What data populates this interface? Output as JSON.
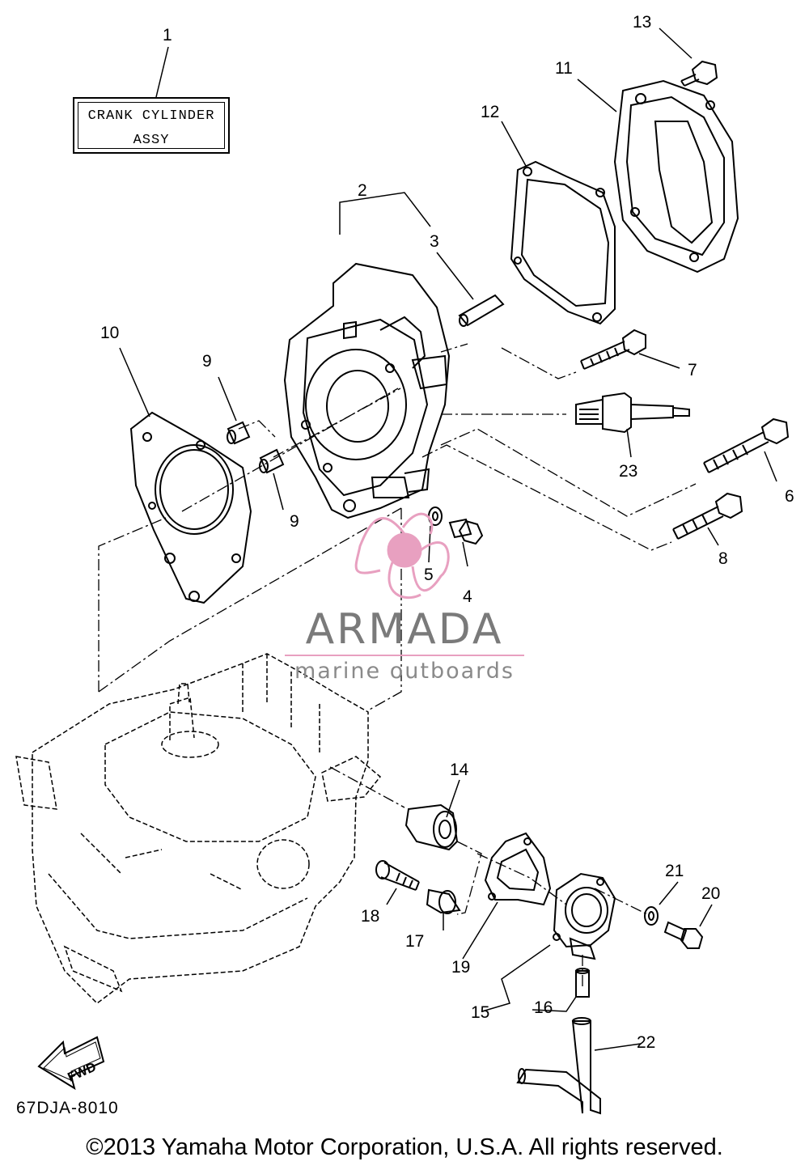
{
  "label": {
    "line1": "CRANK CYLINDER",
    "line2": "ASSY"
  },
  "part_numbers": {
    "p1": "1",
    "p2": "2",
    "p3": "3",
    "p4": "4",
    "p5": "5",
    "p6": "6",
    "p7": "7",
    "p8": "8",
    "p9a": "9",
    "p9b": "9",
    "p10": "10",
    "p11": "11",
    "p12": "12",
    "p13": "13",
    "p14": "14",
    "p15": "15",
    "p16": "16",
    "p17": "17",
    "p18": "18",
    "p19": "19",
    "p20": "20",
    "p21": "21",
    "p22": "22",
    "p23": "23"
  },
  "fwd_marker": "FWD",
  "watermark": {
    "title": "ARMADA",
    "subtitle": "marine outboards",
    "accent_color": "#e8a0c0"
  },
  "diagram_code": "67DJA-8010",
  "copyright": "©2013 Yamaha Motor Corporation, U.S.A. All rights reserved."
}
